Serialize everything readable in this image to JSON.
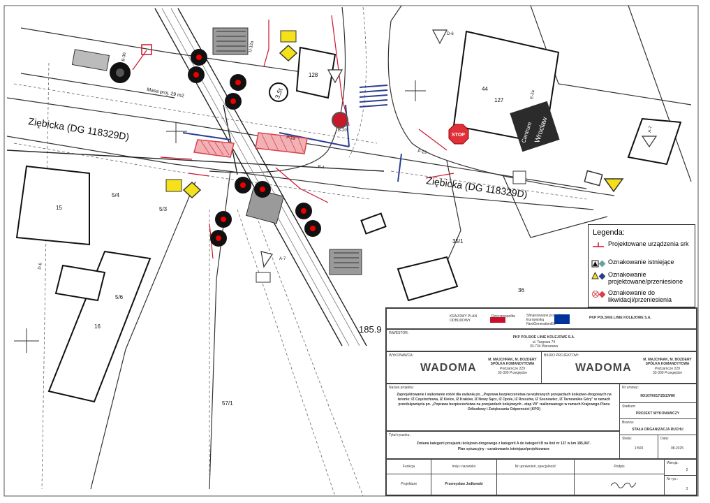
{
  "map": {
    "street_label_left": "Ziębicka  (DG 118329D)",
    "street_label_right": "Ziębicka  (DG 118329D)",
    "elevation_label": "185.9",
    "parcels": [
      "5/4",
      "5/3",
      "5/6",
      "16",
      "57/1",
      "44",
      "127",
      "35/1",
      "36",
      "15",
      "128"
    ],
    "signs": {
      "stop": "STOP",
      "direction_centrum": "Centrum",
      "direction_wroclaw": "Wrocław",
      "speed_limit": "3,5t"
    },
    "sign_codes": [
      "B-36",
      "A-7",
      "D-6",
      "B-20",
      "A-7",
      "D-6",
      "E-2a",
      "P-13",
      "P-1a",
      "P-4",
      "U-12a"
    ],
    "dimension_note": "Masa proj. 29 m2"
  },
  "legend": {
    "title": "Legenda:",
    "items": [
      {
        "icon": "red-line-icon",
        "text": "Projektowane urządzenia srk"
      },
      {
        "icon": "existing-sign-icon",
        "text": "Oznakowanie istniejące"
      },
      {
        "icon": "designed-sign-icon",
        "text": "Oznakowanie projektowane/przeniesione"
      },
      {
        "icon": "removed-sign-icon",
        "text": "Oznakowanie do likwidacji/przeniesienia"
      }
    ],
    "colors": {
      "srk": "#d0112b",
      "existing": "#6aa1a0",
      "designed": "#2a3d91",
      "removed": "#d8404a"
    }
  },
  "title_block": {
    "logos": [
      "KRAJOWY PLAN ODBUDOWY",
      "Rzeczpospolita Polska",
      "Sfinansowane przez Unię Europejską NextGenerationEU",
      "PKP POLSKIE LINIE KOLEJOWE S.A."
    ],
    "investor_label": "INWESTOR:",
    "investor_name": "PKP POLSKIE LINIE KOLEJOWE S.A.",
    "investor_address_1": "ul. Targowa 74",
    "investor_address_2": "03-734 Warszawa",
    "contractor_label": "WYKONAWCA:",
    "contractor_logo": "WADOMA",
    "contractor_name_1": "WADOMA",
    "contractor_name_2": "M. MAJCHRAK, M. BOZDERY",
    "contractor_name_3": "SPÓŁKA KOMANDYTOWA",
    "contractor_addr_1": "Podzamcze 229",
    "contractor_addr_2": "33-300 Przegiędze",
    "designer_label": "BIURO PROJEKTOW:",
    "designer_logo": "WADOMA",
    "project_name_label": "Nazwa projektu:",
    "project_name": "Zaprojektowanie i wykonanie robót dla zadania pn. „Poprawa bezpieczeństwa na wybranych przejazdach kolejowo-drogowych na terenie: IZ Częstochowa, IZ Kielce, IZ Kraków, IZ Nowy Sącz, IZ Opole, IZ Rzeszów, IZ Sosnowiec, IZ Tarnowskie Góry\" w ramach przedsięwzięcia pn. „Poprawa bezpieczeństwa na przejazdach kolejowych - etap VII\" realizowanego w ramach Krajowego Planu Odbudowy i Zwiększania Odporności (KPO)",
    "contract_no_label": "Nr umowy:",
    "contract_no": "90/107/0017/25/Z/I/WI",
    "stage_label": "Stadium:",
    "stage": "PROJEKT WYKONAWCZY",
    "branch_label": "Branża:",
    "branch": "STAŁA ORGANIZACJA RUCHU",
    "drawing_title_label": "Tytuł rysunku:",
    "drawing_title_1": "Zmiana kategorii przejazdu kolejowo-drogowego z kategorii A do kategorii B na linii nr 137 w km 185,947.",
    "drawing_title_2": "Plan sytuacyjny - oznakowanie istniejące/projektowane",
    "scale_label": "Skala:",
    "scale": "1:500",
    "date_label": "Data:",
    "date": "08.2025",
    "version_label": "Wersja:",
    "version": "2",
    "sheet_label": "Nr rys.:",
    "sheet": "3",
    "col_function": "Funkcja",
    "col_name": "Imię i nazwisko",
    "col_license": "Nr uprawnień, specjalność",
    "col_signature": "Podpis",
    "role": "Projektant",
    "designer_person": "Przemysław Jodłowski"
  }
}
